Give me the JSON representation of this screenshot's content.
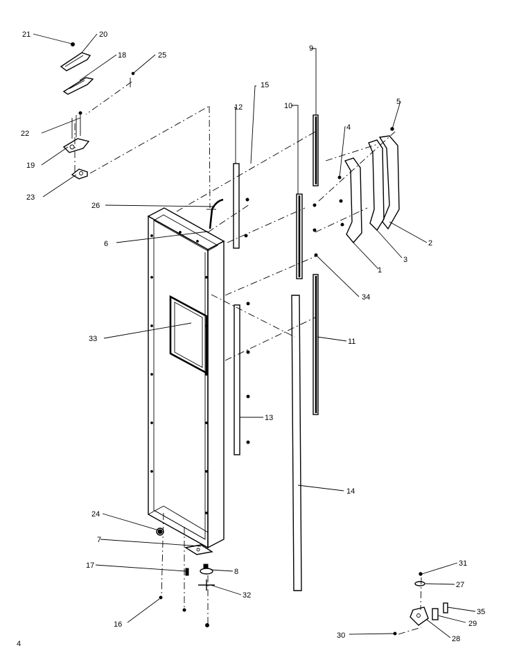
{
  "page_number": "4",
  "callouts": [
    {
      "id": "c1",
      "label": "1"
    },
    {
      "id": "c2",
      "label": "2"
    },
    {
      "id": "c3",
      "label": "3"
    },
    {
      "id": "c4",
      "label": "4"
    },
    {
      "id": "c5",
      "label": "5"
    },
    {
      "id": "c6",
      "label": "6"
    },
    {
      "id": "c7",
      "label": "7"
    },
    {
      "id": "c8",
      "label": "8"
    },
    {
      "id": "c9",
      "label": "9"
    },
    {
      "id": "c10",
      "label": "10"
    },
    {
      "id": "c11",
      "label": "11"
    },
    {
      "id": "c12",
      "label": "12"
    },
    {
      "id": "c13",
      "label": "13"
    },
    {
      "id": "c14",
      "label": "14"
    },
    {
      "id": "c15",
      "label": "15"
    },
    {
      "id": "c16",
      "label": "16"
    },
    {
      "id": "c17",
      "label": "17"
    },
    {
      "id": "c18",
      "label": "18"
    },
    {
      "id": "c19",
      "label": "19"
    },
    {
      "id": "c20",
      "label": "20"
    },
    {
      "id": "c21",
      "label": "21"
    },
    {
      "id": "c22",
      "label": "22"
    },
    {
      "id": "c23",
      "label": "23"
    },
    {
      "id": "c24",
      "label": "24"
    },
    {
      "id": "c25",
      "label": "25"
    },
    {
      "id": "c26",
      "label": "26"
    },
    {
      "id": "c27",
      "label": "27"
    },
    {
      "id": "c28",
      "label": "28"
    },
    {
      "id": "c29",
      "label": "29"
    },
    {
      "id": "c30",
      "label": "30"
    },
    {
      "id": "c31",
      "label": "31"
    },
    {
      "id": "c32",
      "label": "32"
    },
    {
      "id": "c33",
      "label": "33"
    },
    {
      "id": "c34",
      "label": "34"
    },
    {
      "id": "c35",
      "label": "35"
    }
  ]
}
